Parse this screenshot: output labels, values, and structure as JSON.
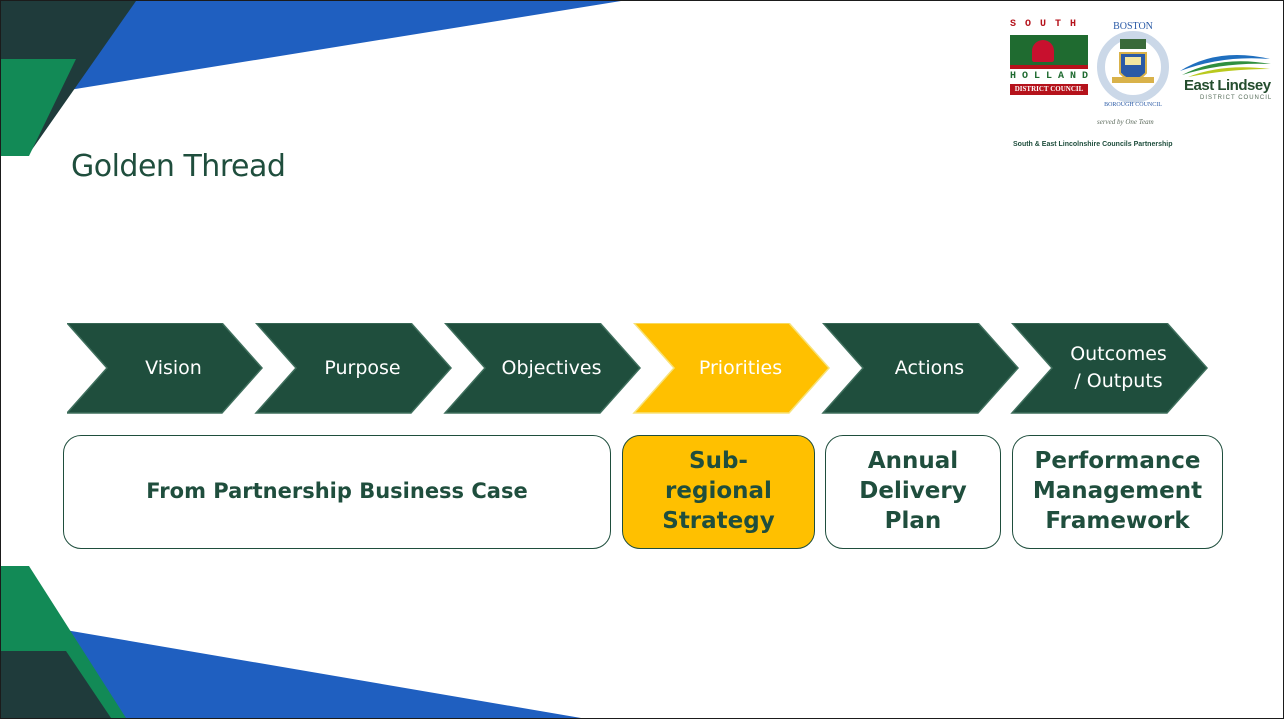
{
  "slide": {
    "title": "Golden Thread"
  },
  "logos": {
    "south_holland": {
      "top_text": "SOUTH",
      "mid_text": "HOLLAND",
      "bottom_text": "DISTRICT COUNCIL"
    },
    "boston": {
      "top_text": "BOSTON",
      "ring_text": "BOROUGH COUNCIL"
    },
    "east_lindsey": {
      "name": "East Lindsey",
      "sub": "DISTRICT COUNCIL"
    },
    "served_by": "served by One Team",
    "partnership": "South & East Lincolnshire Councils Partnership"
  },
  "colors": {
    "chevron_green": "#1f4e3d",
    "highlight_yellow": "#ffc000",
    "accent_blue": "#1f5fc0",
    "accent_green": "#128a56",
    "dark_teal": "#1f3b3b"
  },
  "chevrons": [
    {
      "label": "Vision",
      "color": "#1f4e3d"
    },
    {
      "label": "Purpose",
      "color": "#1f4e3d"
    },
    {
      "label": "Objectives",
      "color": "#1f4e3d"
    },
    {
      "label": "Priorities",
      "color": "#ffc000"
    },
    {
      "label": "Actions",
      "color": "#1f4e3d"
    },
    {
      "label": "Outcomes\n/ Outputs",
      "color": "#1f4e3d"
    }
  ],
  "boxes": [
    {
      "text": "From Partnership Business Case",
      "highlight": false
    },
    {
      "text": "Sub-\nregional\nStrategy",
      "highlight": true
    },
    {
      "text": "Annual\nDelivery\nPlan",
      "highlight": false
    },
    {
      "text": "Performance\nManagement\nFramework",
      "highlight": false
    }
  ]
}
